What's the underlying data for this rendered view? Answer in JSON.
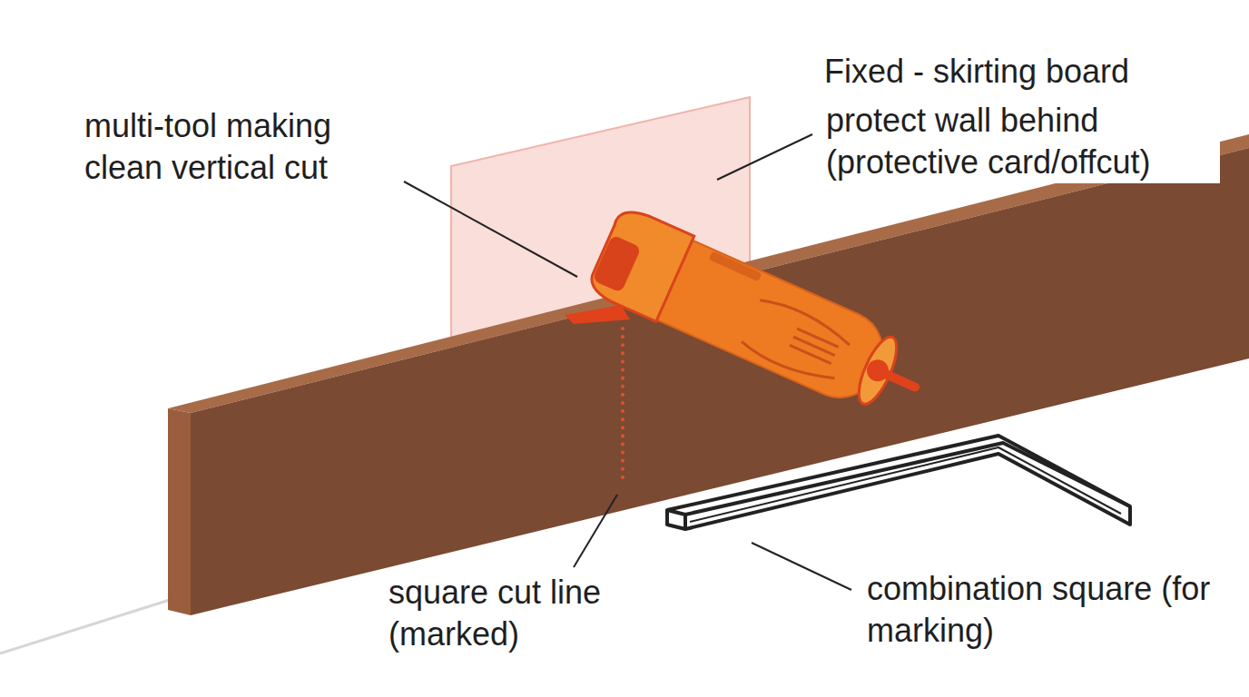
{
  "diagram": {
    "labels": [
      "multi-tool making clean vertical cut",
      "Fixed - skirting board",
      "protect wall behind (protective card/offcut)",
      "square cut line (marked)",
      "combination square (for marking)"
    ]
  }
}
